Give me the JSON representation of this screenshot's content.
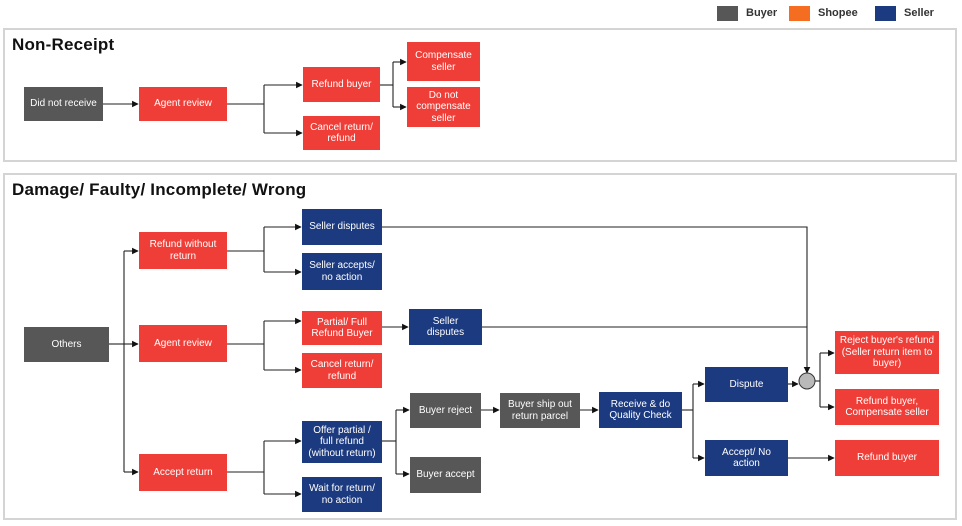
{
  "legend": {
    "buyer_label": "Buyer",
    "shopee_label": "Shopee",
    "seller_label": "Seller",
    "buyer_color": "#575757",
    "shopee_color": "#f46d21",
    "seller_color": "#1c3a7f"
  },
  "sections": {
    "non_receipt_title": "Non-Receipt",
    "damage_title": "Damage/ Faulty/ Incomplete/ Wrong"
  },
  "nodes": {
    "did_not_receive": "Did not receive",
    "agent_review_1": "Agent review",
    "refund_buyer_1": "Refund buyer",
    "cancel_return_1": "Cancel return/\nrefund",
    "compensate_seller": "Compensate\nseller",
    "do_not_compensate": "Do not\ncompensate\nseller",
    "others": "Others",
    "refund_without_return": "Refund without\nreturn",
    "agent_review_2": "Agent review",
    "accept_return": "Accept return",
    "seller_disputes_1": "Seller disputes",
    "seller_accepts_no_action": "Seller accepts/\nno action",
    "partial_full_refund_buyer": "Partial/ Full\nRefund Buyer",
    "cancel_return_2": "Cancel return/\nrefund",
    "seller_disputes_2": "Seller\ndisputes",
    "offer_partial_full_refund": "Offer partial /\nfull refund\n(without return)",
    "wait_for_return": "Wait for return/\nno action",
    "buyer_reject": "Buyer reject",
    "buyer_accept": "Buyer accept",
    "buyer_ship_out": "Buyer ship out\nreturn parcel",
    "receive_quality_check": "Receive & do\nQuality Check",
    "dispute": "Dispute",
    "accept_no_action": "Accept/ No\naction",
    "reject_buyers_refund": "Reject buyer's refund\n(Seller return item to\nbuyer)",
    "refund_buyer_compensate": "Refund buyer,\nCompensate seller",
    "refund_buyer_2": "Refund buyer"
  }
}
